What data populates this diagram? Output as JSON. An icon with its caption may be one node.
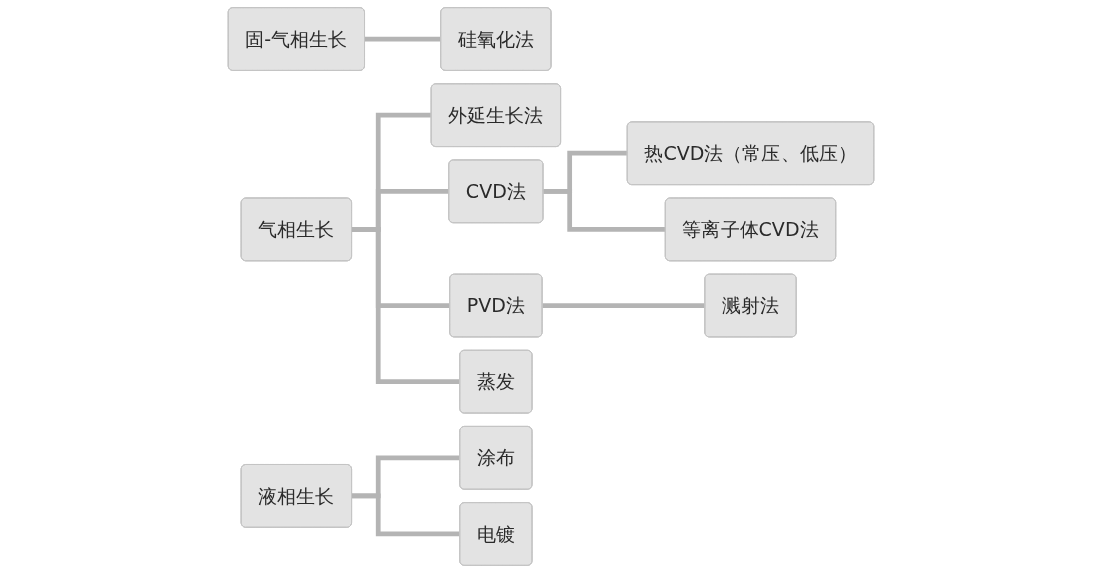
{
  "diagram": {
    "nodes": [
      {
        "text": [
          "固-气相生长"
        ]
      },
      {
        "text": [
          "硅氧化法"
        ]
      },
      {
        "text": [
          "气相生长"
        ]
      },
      {
        "text": [
          "外延生长法"
        ]
      },
      {
        "text": [
          "CVD法"
        ]
      },
      {
        "text": [
          "热CVD法（常压、低压）"
        ]
      },
      {
        "text": [
          "等离子体CVD法"
        ]
      },
      {
        "text": [
          "PVD法"
        ]
      },
      {
        "text": [
          "溅射法"
        ]
      },
      {
        "text": [
          "蒸发"
        ]
      },
      {
        "text": [
          "液相生长"
        ]
      },
      {
        "text": [
          "涂布"
        ]
      },
      {
        "text": [
          "电镀"
        ]
      }
    ],
    "edges": [
      {
        "from": 0,
        "to": 1,
        "arrow": "none"
      },
      {
        "from": 2,
        "to": 3,
        "arrow": "none"
      },
      {
        "from": 2,
        "to": 4,
        "arrow": "none"
      },
      {
        "from": 4,
        "to": 5,
        "arrow": "none"
      },
      {
        "from": 4,
        "to": 6,
        "arrow": "none"
      },
      {
        "from": 2,
        "to": 7,
        "arrow": "none"
      },
      {
        "from": 7,
        "to": 8,
        "arrow": "none"
      },
      {
        "from": 2,
        "to": 9,
        "arrow": "none"
      },
      {
        "from": 10,
        "to": 11,
        "arrow": "none"
      },
      {
        "from": 10,
        "to": 12,
        "arrow": "none"
      }
    ]
  }
}
